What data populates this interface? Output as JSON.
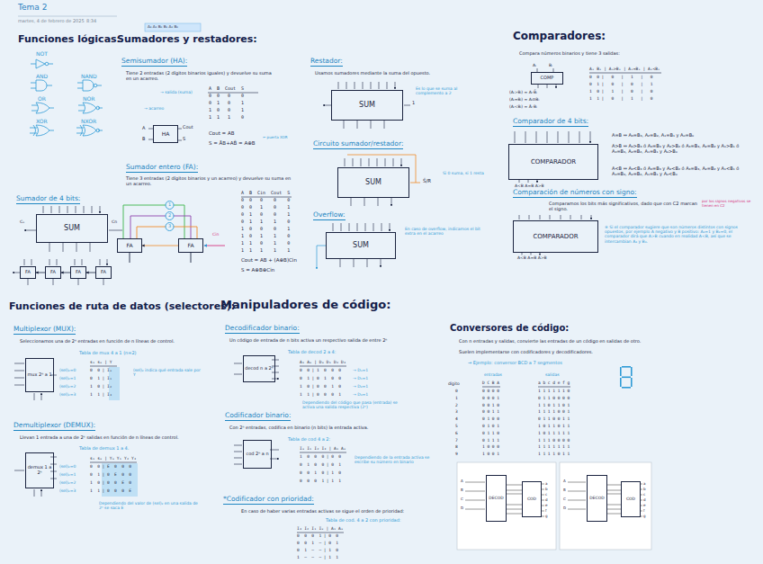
{
  "diagram": {
    "title": "Tema 2",
    "nodes": [
      {
        "text": [
          "HA"
        ]
      },
      {
        "text": [
          "SUM"
        ]
      },
      {
        "text": [
          "FA"
        ]
      },
      {
        "text": [
          "FA"
        ]
      },
      {
        "text": [
          "FA"
        ]
      },
      {
        "text": [
          "FA"
        ]
      },
      {
        "text": [
          "FA"
        ]
      },
      {
        "text": [
          "FA"
        ]
      },
      {
        "text": [
          "SUM"
        ]
      },
      {
        "text": [
          "SUM"
        ]
      },
      {
        "text": [
          "SUM"
        ]
      },
      {
        "text": [
          "COMP"
        ]
      },
      {
        "text": [
          "COMPARADOR"
        ]
      },
      {
        "text": [
          "COMPARADOR"
        ]
      },
      {
        "text": [
          "mux 2ⁿ a 1"
        ]
      },
      {
        "text": [
          "demux 1 a 2ⁿ"
        ]
      },
      {
        "text": [
          "decod n a 2ⁿ"
        ]
      },
      {
        "text": [
          "cod 2ⁿ a n"
        ]
      },
      {
        "text": [
          "DECOD"
        ]
      },
      {
        "text": [
          "COD"
        ]
      },
      {
        "text": [
          "DECOD"
        ]
      },
      {
        "text": [
          "COD"
        ]
      }
    ],
    "edges": [
      {
        "from": 5,
        "to": 4,
        "arrow": "to"
      },
      {
        "from": 4,
        "to": 3,
        "arrow": "to"
      },
      {
        "from": 3,
        "to": 2,
        "arrow": "to"
      },
      {
        "from": 7,
        "to": 6,
        "arrow": "to"
      },
      {
        "from": 18,
        "to": 19,
        "arrow": "to"
      },
      {
        "from": 20,
        "to": 21,
        "arrow": "to"
      }
    ],
    "labels": [
      "martes, 4 de febrero de 2025",
      "8:34",
      "A₀ A₁ B₀ B₁ A₂ B₂",
      "Funciones lógicas:",
      "NOT",
      "AND",
      "NAND",
      "OR",
      "NOR",
      "XOR",
      "NXOR",
      "Sumadores y restadores:",
      "Semisumador (HA):",
      "Tiene 2 entradas (2 dígitos binarios iguales) y devuelve su suma en un acarreo.",
      "A",
      "B",
      "Cout",
      "S",
      "→ salida (suma)",
      "→ acarreo",
      "A  B  Cout  S",
      "0  0   0    0",
      "0  1   0    1",
      "1  0   0    1",
      "1  1   1    0",
      "Cout = AB",
      "S = ĀB+AB̄ = A⊕B",
      "← puerta XOR",
      "Sumador entero (FA):",
      "Tiene 3 entradas (2 dígitos binarios y un acarreo) y devuelve su suma en un acarreo.",
      "A  B  Cin  Cout  S",
      "0  0   0    0    0",
      "0  0   1    0    1",
      "0  1   0    0    1",
      "0  1   1    1    0",
      "1  0   0    0    1",
      "1  0   1    1    0",
      "1  1   0    1    0",
      "1  1   1    1    1",
      "Cout = AB + (A⊕B)Cin",
      "S = A⊕B⊕Cin",
      "1",
      "2",
      "3",
      "Cin",
      "Sumador de 4 bits:",
      "Cn",
      "C₀",
      "Restador:",
      "Usamos sumadores mediante la suma del opuesto.",
      "Es lo que se suma al complemento a 2",
      "1",
      "Circuito sumador/restador:",
      "S̄/R",
      "Si 0 suma, si 1 resta",
      "Overflow:",
      "En caso de overflow, indicamos el bit extra en el acarreo",
      "Comparadores:",
      "Compara números binarios y tiene 3 salidas:",
      "Aᵢ",
      "Bᵢ",
      "(Aᵢ>Bᵢ) = Aᵢ·B̄ᵢ",
      "(Aᵢ=Bᵢ) = Aᵢ⊙Bᵢ",
      "(Aᵢ<Bᵢ) = Āᵢ·Bᵢ",
      "Aᵢ Bᵢ | Aᵢ>Bᵢ | Aᵢ=Bᵢ | Aᵢ<Bᵢ",
      "0  0 |   0   |   1   |   0",
      "0  1 |   0   |   0   |   1",
      "1  0 |   1   |   0   |   0",
      "1  1 |   0   |   1   |   0",
      "Comparador de 4 bits:",
      "A<B A=B A>B",
      "A=B ⇔ A₃=B₃, A₂=B₂, A₁=B₁ y A₀=B₀",
      "A>B ⇔ A₃>B₃ ó A₃=B₃ y A₂>B₂ ó A₃=B₃, A₂=B₂ y A₁>B₁ ó A₃=B₃, A₂=B₂, A₁=B₁ y A₀>B₀",
      "A<B ⇔ A₃<B₃ ó A₃=B₃ y A₂<B₂ ó A₃=B₃, A₂=B₂ y A₁<B₁ ó A₃=B₃, A₂=B₂, A₁=B₁ y A₀<B₀",
      "Comparación de números con signo:",
      "Comparamos los bits más significativos, dado que con C2 marcan el signo.",
      "A<B A=B A>B",
      "por los signos negativos se tienen en C2",
      "※ Si el comparador sugiere que son números distintos con signos opuestos, por ejemplo A negativo y B positivo: A₃=1 y B₃=0, el comparador dirá que A>B cuando en realidad A<B, así que se intercambian A₃ y B₃.",
      "Funciones de ruta de datos (selectores):",
      "Multiplexor (MUX):",
      "Seleccionamos una de 2ⁿ entradas en función de n líneas de control.",
      "Tabla de mux 4 a 1 (n=2)",
      "s₁ s₀ | Y",
      "0  0 | I₀",
      "0  1 | I₁",
      "1  0 | I₂",
      "1  1 | I₃",
      "(sel)₂=0",
      "(sel)₂=1",
      "(sel)₂=2",
      "(sel)₂=3",
      "(sel)₂ indica qué entrada sale por Y",
      "Demultiplexor (DEMUX):",
      "Llevan 1 entrada a una de 2ⁿ salidas en función de n líneas de control.",
      "Tabla de demux 1 a 4.",
      "s₁ s₀ | Y₀ Y₁ Y₂ Y₃",
      "0  0 | E  0  0  0",
      "0  1 | 0  E  0  0",
      "1  0 | 0  0  E  0",
      "1  1 | 0  0  0  E",
      "(sel)₂=0",
      "(sel)₂=1",
      "(sel)₂=2",
      "(sel)₂=3",
      "Dependiendo del valor de (sel)₂ en una salida de 2ⁿ se saca E",
      "Manipuladores de código:",
      "Decodificador binario:",
      "Un código de entrada de n bits activa un respectivo salida de entre 2ⁿ",
      "Tabla de decod 2 a 4:",
      "A₁ A₀ | D₀ D₁ D₂ D₃",
      "0  0 | 1  0  0  0",
      "0  1 | 0  1  0  0",
      "1  0 | 0  0  1  0",
      "1  1 | 0  0  0  1",
      "→ D₀=1",
      "→ D₁=1",
      "→ D₂=1",
      "→ D₃=1",
      "Dependiendo del código que pasa (entrada) se activa una salida respectiva (2ⁿ)",
      "Codificador binario:",
      "Con 2ⁿ entradas, codifica en binario (n bits) la entrada activa.",
      "Tabla de cod 4 a 2:",
      "I₀ I₁ I₂ I₃ | A₁ A₀",
      "1  0  0  0 | 0  0",
      "0  1  0  0 | 0  1",
      "0  0  1  0 | 1  0",
      "0  0  0  1 | 1  1",
      "Dependiendo de la entrada activa se escribe su número en binario",
      "*Codificador con prioridad:",
      "En caso de haber varias entradas activas se sigue el orden de prioridad:",
      "Tabla de cod. 4 a 2 con prioridad:",
      "I₃ I₂ I₁ I₀ | A₁ A₀",
      "0  0  0  1 | 0  0",
      "0  0  1  – | 0  1",
      "0  1  –  – | 1  0",
      "1  –  –  – | 1  1",
      "Conversores de código:",
      "Con n entradas y salidas, convierte las entradas de un código en salidas de otro.",
      "Suelen implementarse con codificadores y decodificadores.",
      "→ Ejemplo: conversor BCD a 7 segmentos",
      "dígito",
      "entradas",
      "D C B A",
      "salidas",
      "a b c d e f g",
      "0",
      "1",
      "2",
      "3",
      "4",
      "5",
      "6",
      "7",
      "8",
      "9",
      "0 0 0 0",
      "0 0 0 1",
      "0 0 1 0",
      "0 0 1 1",
      "0 1 0 0",
      "0 1 0 1",
      "0 1 1 0",
      "0 1 1 1",
      "1 0 0 0",
      "1 0 0 1",
      "1 1 1 1 1 1 0",
      "0 1 1 0 0 0 0",
      "1 1 0 1 1 0 1",
      "1 1 1 1 0 0 1",
      "0 1 1 0 0 1 1",
      "1 0 1 1 0 1 1",
      "1 0 1 1 1 1 1",
      "1 1 1 0 0 0 0",
      "1 1 1 1 1 1 1",
      "1 1 1 1 0 1 1",
      "A",
      "B",
      "C",
      "D",
      "a",
      "b",
      "c",
      "d",
      "e",
      "f",
      "g",
      "A",
      "B",
      "C",
      "D",
      "a",
      "b",
      "c",
      "d",
      "e",
      "f",
      "g"
    ]
  }
}
